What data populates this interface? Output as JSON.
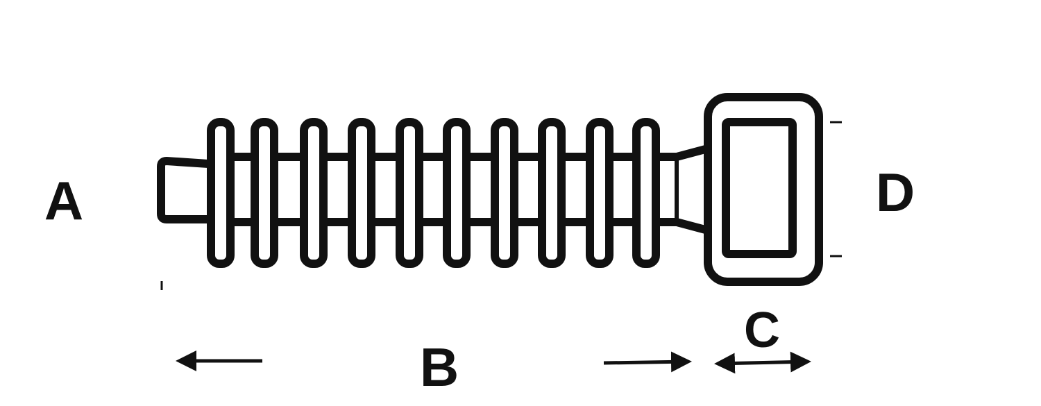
{
  "labels": {
    "a": "A",
    "b": "B",
    "c": "C",
    "d": "D"
  },
  "rib_count": 10,
  "colors": {
    "ink": "#111111",
    "background": "#ffffff"
  }
}
